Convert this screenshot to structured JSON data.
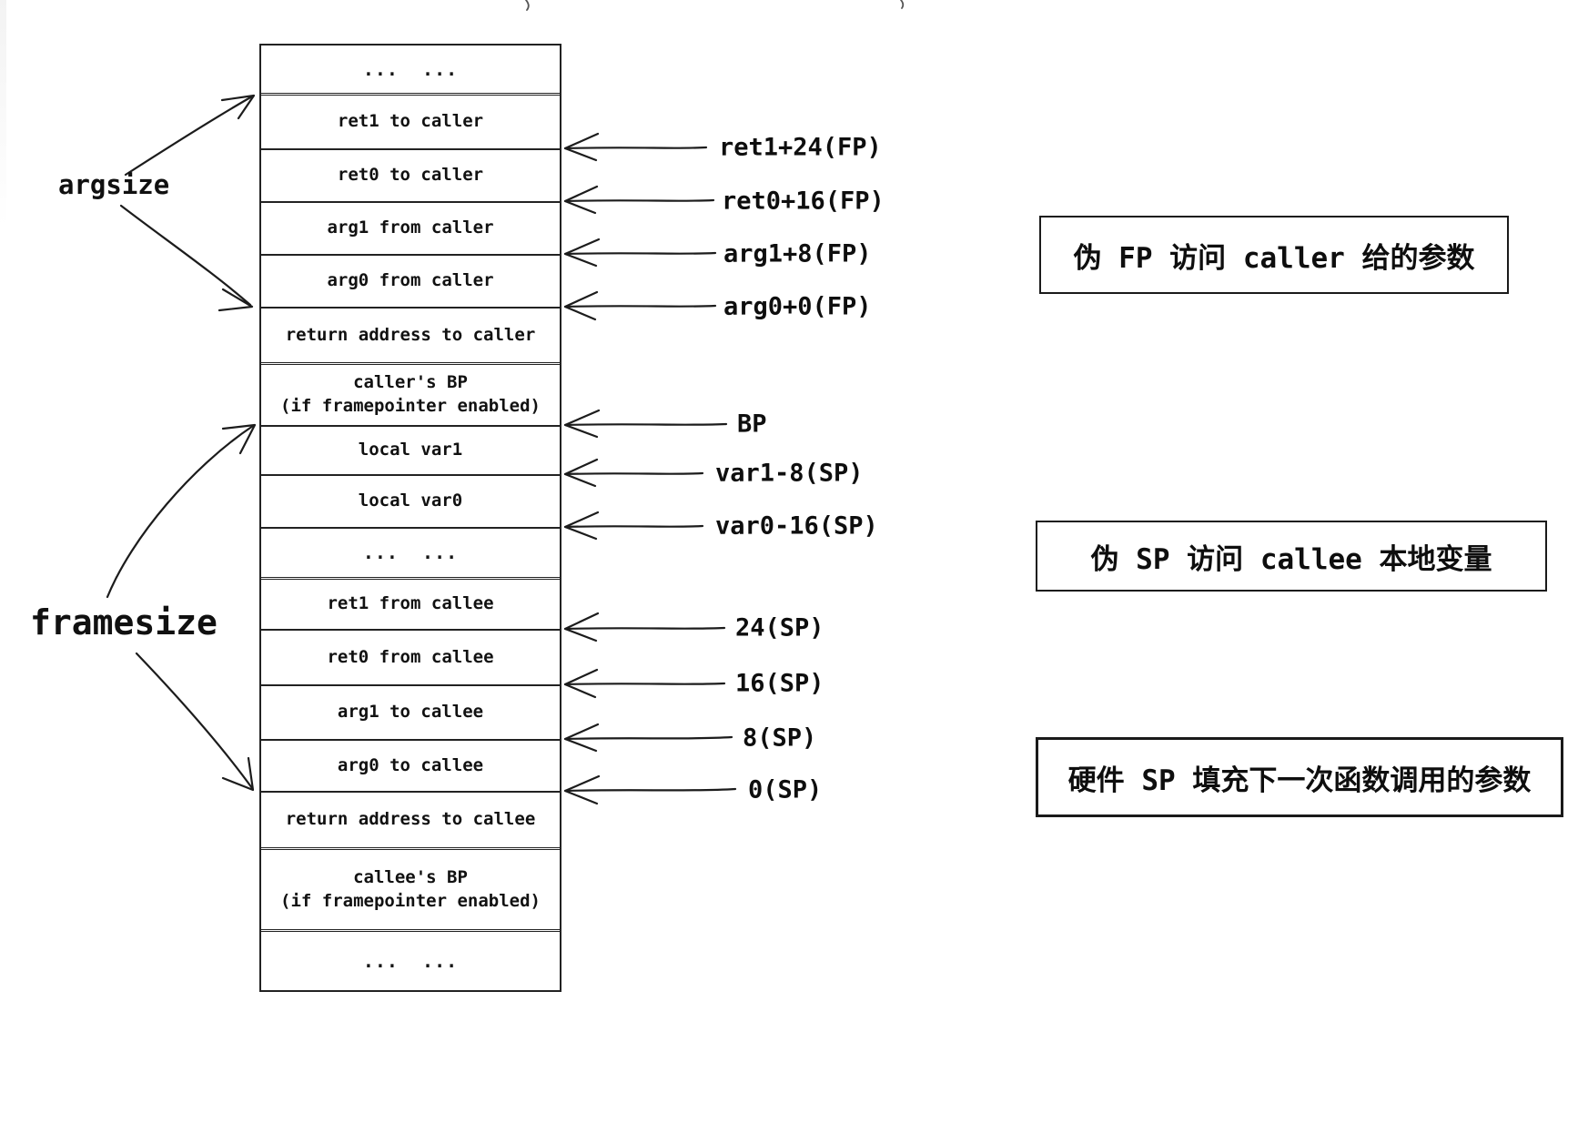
{
  "stack": {
    "rows": [
      {
        "text": "...  ..."
      },
      {
        "text": "ret1 to caller"
      },
      {
        "text": "ret0 to caller"
      },
      {
        "text": "arg1 from caller"
      },
      {
        "text": "arg0 from caller"
      },
      {
        "text": "return address to caller"
      },
      {
        "text": "caller's BP",
        "text2": "(if framepointer enabled)"
      },
      {
        "text": "local var1"
      },
      {
        "text": "local var0"
      },
      {
        "text": "...  ..."
      },
      {
        "text": "ret1 from callee"
      },
      {
        "text": "ret0 from callee"
      },
      {
        "text": "arg1 to callee"
      },
      {
        "text": "arg0 to callee"
      },
      {
        "text": "return address to callee"
      },
      {
        "text": "callee's BP",
        "text2": "(if framepointer enabled)"
      },
      {
        "text": "...  ..."
      }
    ]
  },
  "left_labels": {
    "argsize": "argsize",
    "framesize": "framesize"
  },
  "pointers": [
    {
      "label": "ret1+24(FP)"
    },
    {
      "label": "ret0+16(FP)"
    },
    {
      "label": "arg1+8(FP)"
    },
    {
      "label": "arg0+0(FP)"
    },
    {
      "label": "BP"
    },
    {
      "label": "var1-8(SP)"
    },
    {
      "label": "var0-16(SP)"
    },
    {
      "label": "24(SP)"
    },
    {
      "label": "16(SP)"
    },
    {
      "label": "8(SP)"
    },
    {
      "label": "0(SP)"
    }
  ],
  "notes": [
    {
      "text": "伪 FP 访问 caller 给的参数"
    },
    {
      "text": "伪 SP 访问 callee 本地变量"
    },
    {
      "text": "硬件 SP 填充下一次函数调用的参数"
    }
  ],
  "colors": {
    "ink": "#1c1c1c",
    "background": "#ffffff"
  }
}
